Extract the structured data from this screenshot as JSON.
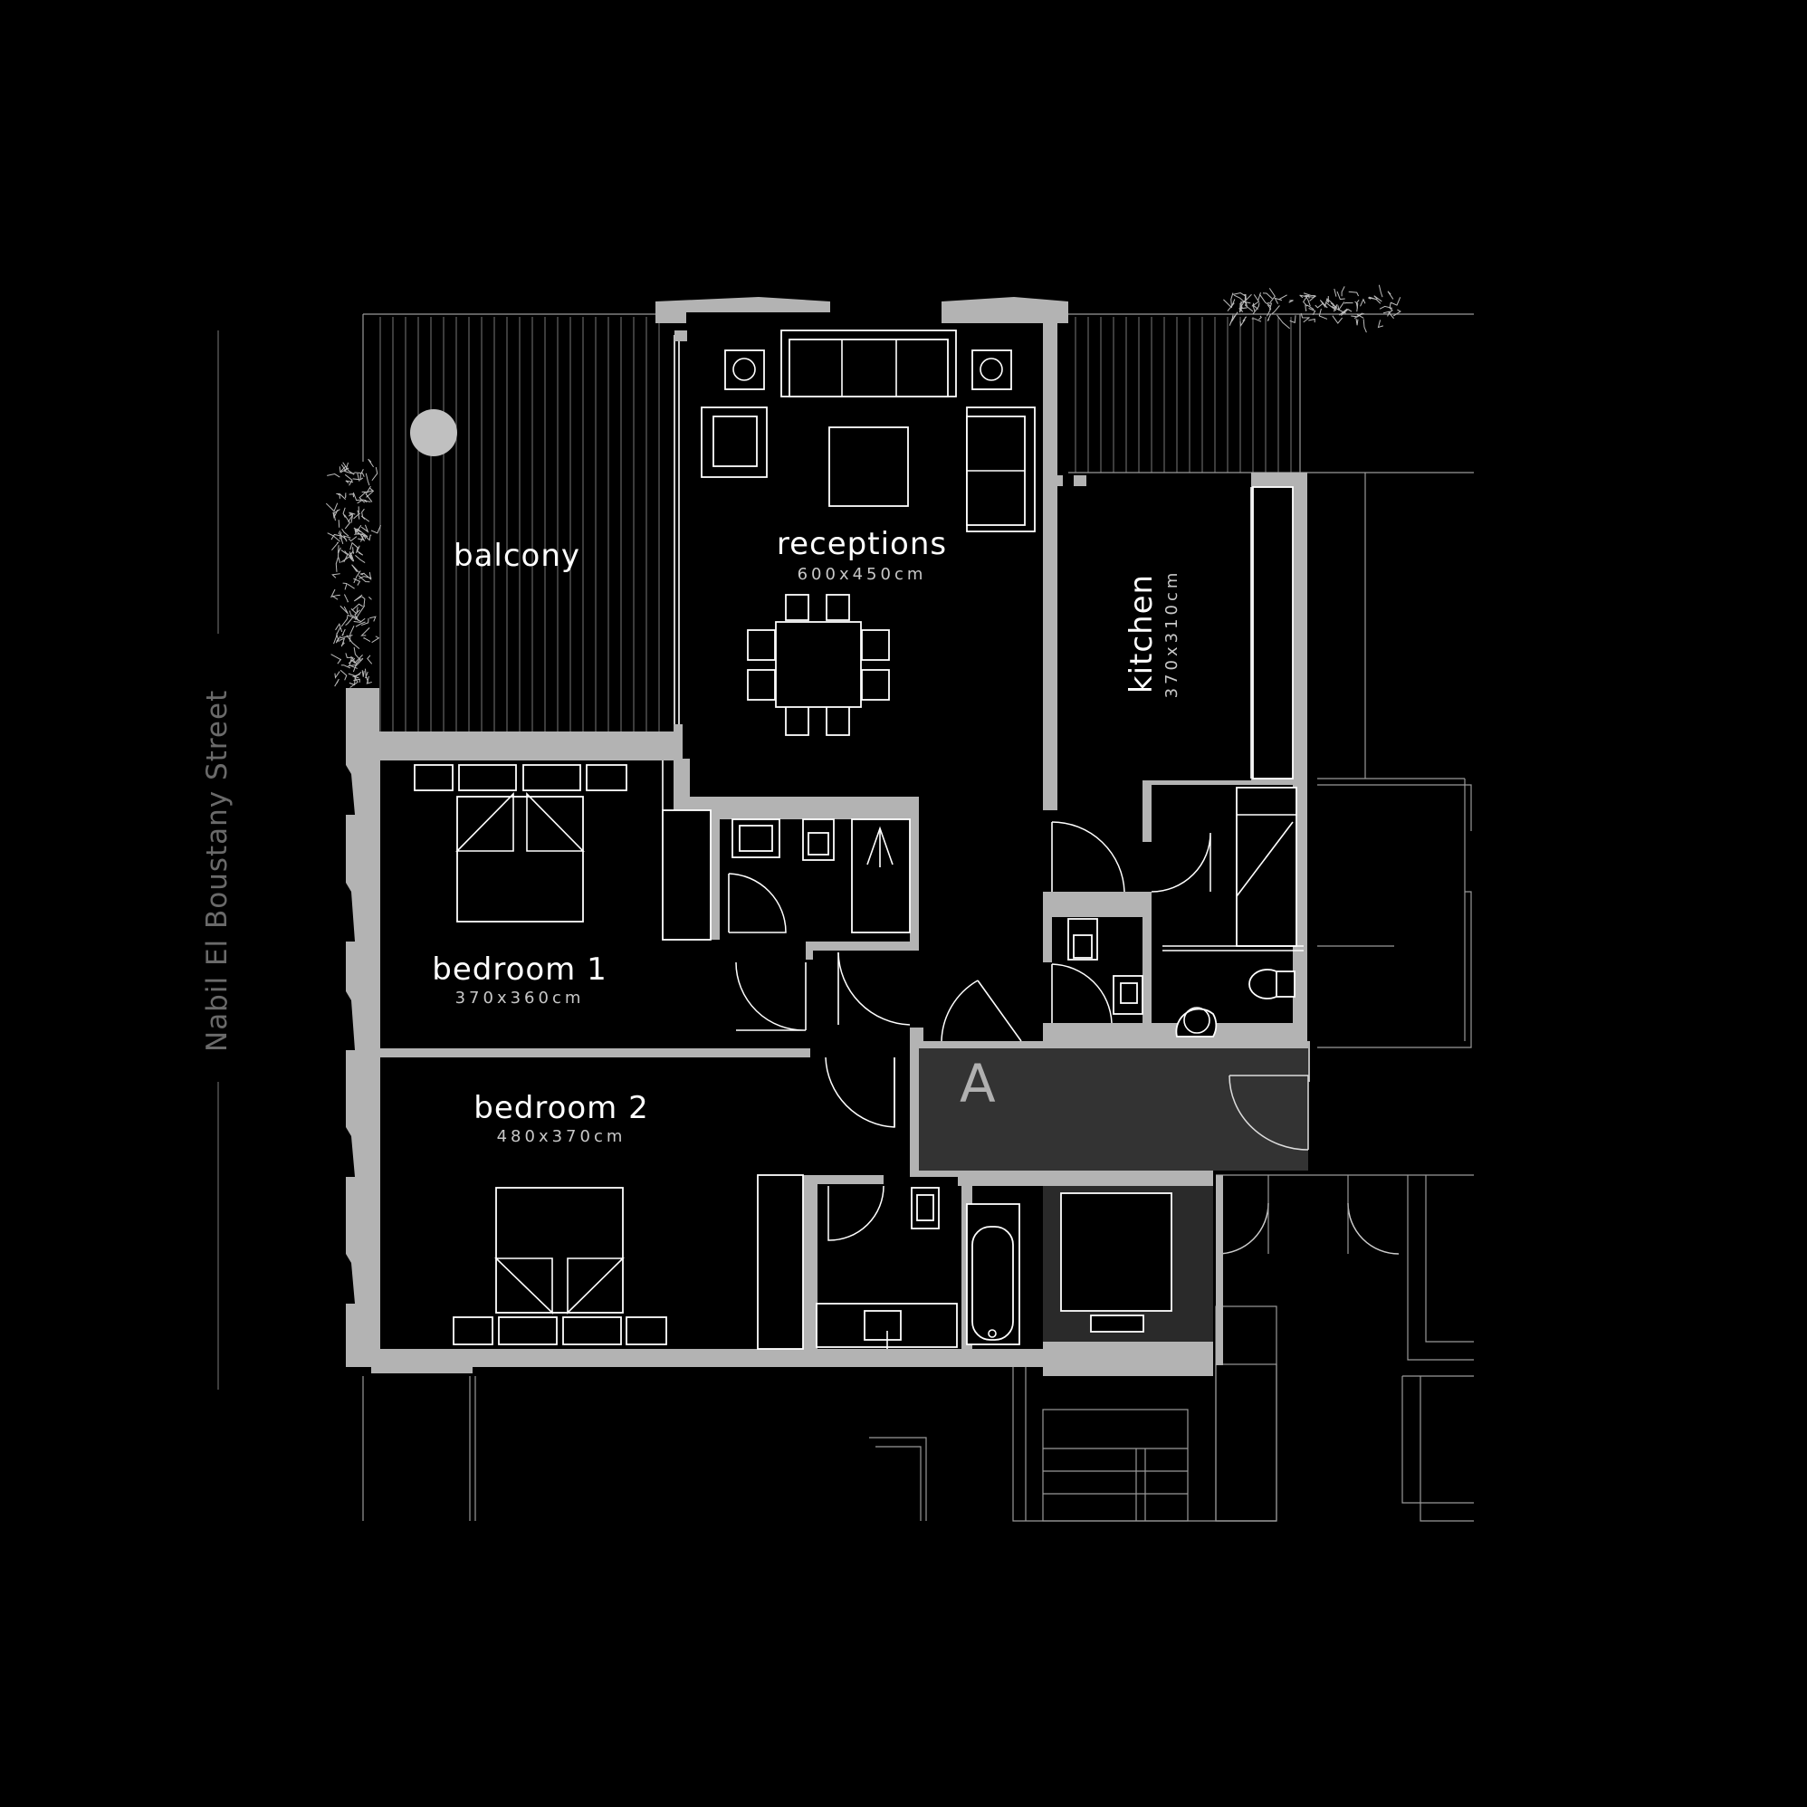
{
  "street_name": "Nabil El Boustany Street",
  "unit_label": "A",
  "rooms": {
    "balcony": {
      "name": "balcony"
    },
    "receptions": {
      "name": "receptions",
      "size": "600x450cm"
    },
    "kitchen": {
      "name": "kitchen",
      "size": "370x310cm"
    },
    "bedroom1": {
      "name": "bedroom 1",
      "size": "370x360cm"
    },
    "bedroom2": {
      "name": "bedroom 2",
      "size": "480x370cm"
    }
  },
  "colors": {
    "background": "#000000",
    "walls": "#b3b3b3",
    "lines": "#ffffff",
    "entrance_fill": "#333333"
  }
}
